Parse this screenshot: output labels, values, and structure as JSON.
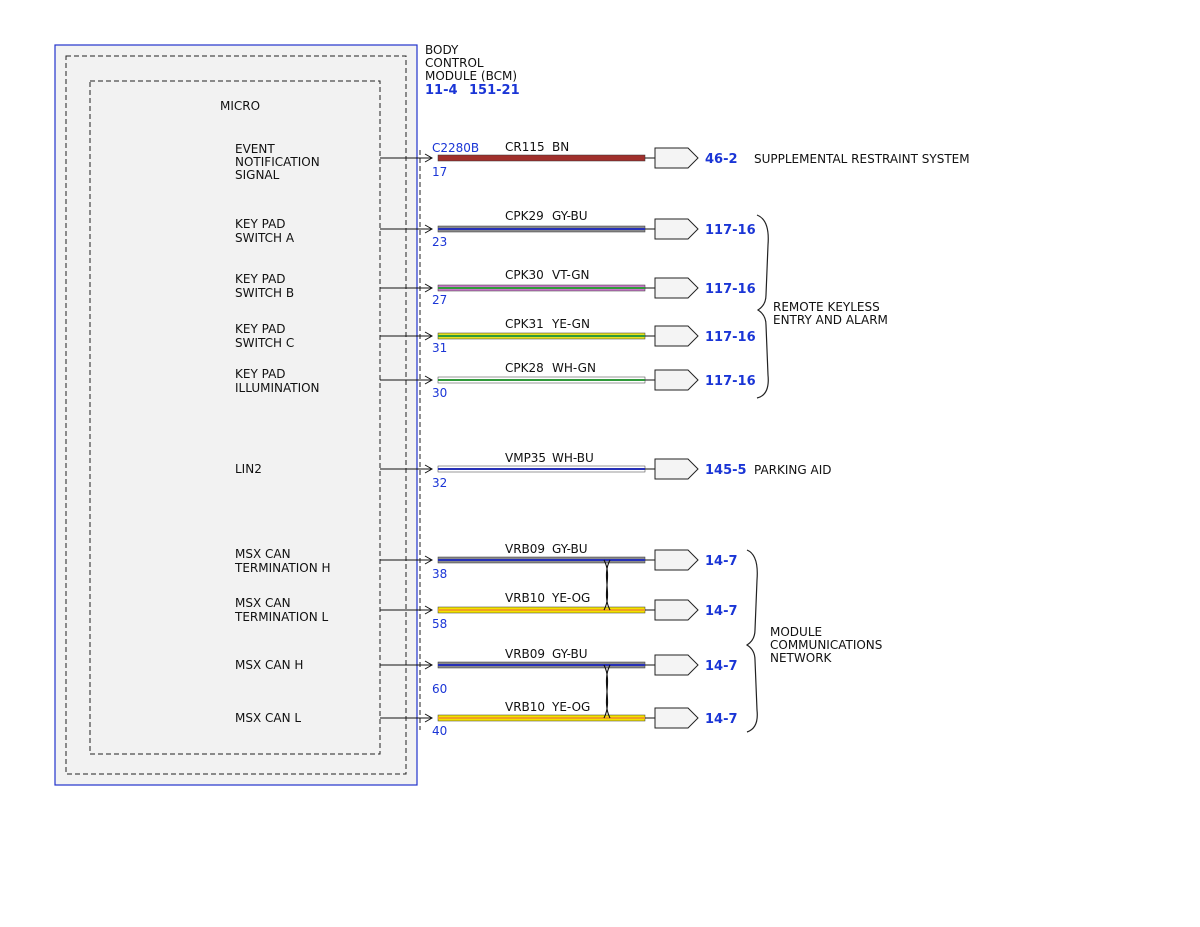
{
  "module": {
    "title_lines": [
      "BODY",
      "CONTROL",
      "MODULE (BCM)"
    ],
    "ref_a": "11-4",
    "ref_b": "151-21",
    "inner_label": "MICRO",
    "connector": "C2280B"
  },
  "circuits": [
    {
      "id": "event-notification",
      "label_lines": [
        "EVENT",
        "NOTIFICATION",
        "SIGNAL"
      ],
      "pin": "17",
      "wire_id": "CR115",
      "wire_color": "BN",
      "colors": [
        "#a0302c"
      ],
      "ref": "46-2",
      "twisted": false
    },
    {
      "id": "key-pad-switch-a",
      "label_lines": [
        "KEY PAD",
        "SWITCH A"
      ],
      "pin": "23",
      "wire_id": "CPK29",
      "wire_color": "GY-BU",
      "colors": [
        "#8a8a8a",
        "#2630b8"
      ],
      "ref": "117-16",
      "twisted": false
    },
    {
      "id": "key-pad-switch-b",
      "label_lines": [
        "KEY PAD",
        "SWITCH B"
      ],
      "pin": "27",
      "wire_id": "CPK30",
      "wire_color": "VT-GN",
      "colors": [
        "#c878c8",
        "#2f9a3a"
      ],
      "ref": "117-16",
      "twisted": false
    },
    {
      "id": "key-pad-switch-c",
      "label_lines": [
        "KEY PAD",
        "SWITCH C"
      ],
      "pin": "31",
      "wire_id": "CPK31",
      "wire_color": "YE-GN",
      "colors": [
        "#e6e020",
        "#2f9a3a"
      ],
      "ref": "117-16",
      "twisted": false
    },
    {
      "id": "key-pad-illumination",
      "label_lines": [
        "KEY PAD",
        "ILLUMINATION"
      ],
      "pin": "30",
      "wire_id": "CPK28",
      "wire_color": "WH-GN",
      "colors": [
        "#ffffff",
        "#2f9a3a"
      ],
      "ref": "117-16",
      "twisted": false
    },
    {
      "id": "lin2",
      "label_lines": [
        "LIN2"
      ],
      "pin": "32",
      "wire_id": "VMP35",
      "wire_color": "WH-BU",
      "colors": [
        "#ffffff",
        "#2630b8"
      ],
      "ref": "145-5",
      "twisted": false
    },
    {
      "id": "msx-can-termination-h",
      "label_lines": [
        "MSX CAN",
        "TERMINATION H"
      ],
      "pin": "38",
      "wire_id": "VRB09",
      "wire_color": "GY-BU",
      "colors": [
        "#8a8a8a",
        "#2630b8"
      ],
      "ref": "14-7",
      "twisted": true
    },
    {
      "id": "msx-can-termination-l",
      "label_lines": [
        "MSX CAN",
        "TERMINATION L"
      ],
      "pin": "58",
      "wire_id": "VRB10",
      "wire_color": "YE-OG",
      "colors": [
        "#f2e200",
        "#f0a020"
      ],
      "ref": "14-7",
      "twisted": true
    },
    {
      "id": "msx-can-h",
      "label_lines": [
        "MSX CAN H"
      ],
      "pin": "60",
      "wire_id": "VRB09",
      "wire_color": "GY-BU",
      "colors": [
        "#8a8a8a",
        "#2630b8"
      ],
      "ref": "14-7",
      "twisted": true
    },
    {
      "id": "msx-can-l",
      "label_lines": [
        "MSX CAN L"
      ],
      "pin": "40",
      "wire_id": "VRB10",
      "wire_color": "YE-OG",
      "colors": [
        "#f2e200",
        "#f0a020"
      ],
      "ref": "14-7",
      "twisted": true
    }
  ],
  "system_labels": [
    {
      "id": "supplemental-restraint",
      "lines": [
        "SUPPLEMENTAL RESTRAINT SYSTEM"
      ]
    },
    {
      "id": "remote-keyless",
      "lines": [
        "REMOTE KEYLESS",
        "ENTRY AND ALARM"
      ]
    },
    {
      "id": "parking-aid",
      "lines": [
        "PARKING AID"
      ]
    },
    {
      "id": "module-comms",
      "lines": [
        "MODULE",
        "COMMUNICATIONS",
        "NETWORK"
      ]
    }
  ],
  "colors": {
    "module_border": "#2233cc",
    "fill": "#f2f2f2",
    "link_text": "#1a35d6",
    "wire_outline": "#333333"
  }
}
